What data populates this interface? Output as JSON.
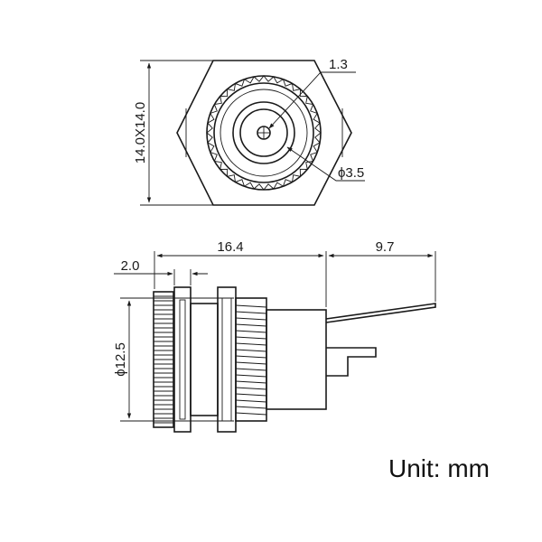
{
  "dimensions": {
    "pin_diameter": "1.3",
    "hole_diameter": "ϕ3.5",
    "hex_size": "14.0X14.0",
    "body_length": "16.4",
    "lead_length": "9.7",
    "flange_thickness": "2.0",
    "thread_diameter": "ϕ12.5"
  },
  "unit_label": "Unit: mm"
}
